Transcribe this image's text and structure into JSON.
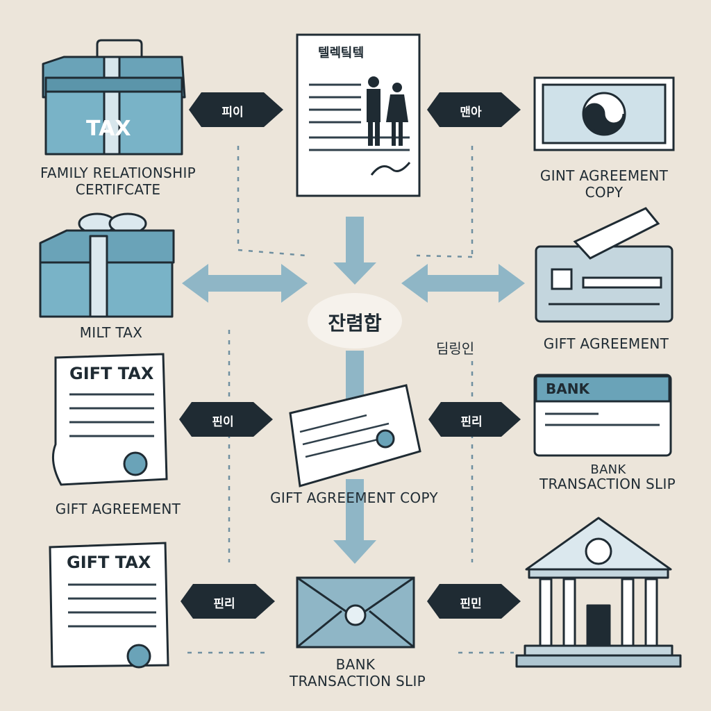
{
  "center": {
    "label": "잔렴합"
  },
  "side_note": "딤링인",
  "arrow_tags": {
    "row1_left": "피이",
    "row1_right": "맨아",
    "row3_left": "핀이",
    "row3_right": "핀리",
    "row4_left": "핀리",
    "row4_right": "핀민"
  },
  "labels": {
    "family_cert_line1": "FAMILY RELATIONSHIP",
    "family_cert_line2": "CERTIFCATE",
    "gint_line1": "GINT AGREEMENT",
    "gint_line2": "COPY",
    "milt_tax": "MILT TAX",
    "gift_agreement_right": "GIFT AGREEMENT",
    "bank_small": "BANK",
    "bank_slip_right": "TRANSACTION SLIP",
    "gift_agreement_left": "GIFT AGREEMENT",
    "gift_agreement_copy_center": "GIFT AGREEMENT COPY",
    "bank_bottom": "BANK",
    "slip_bottom": "TRANSACTION SLIP"
  },
  "doc_text": {
    "tax_box": "TAX",
    "gift_tax_1": "GIFT TAX",
    "gift_tax_2": "GIFT TAX",
    "bank_card": "BANK",
    "certificate_header": "텔렉팈텤"
  },
  "colors": {
    "background": "#ece5da",
    "teal": "#6aa3b8",
    "teal_dark": "#2f5f72",
    "navy": "#1f2b33",
    "arrow_light": "#8fb6c6",
    "paper": "#ffffff"
  }
}
